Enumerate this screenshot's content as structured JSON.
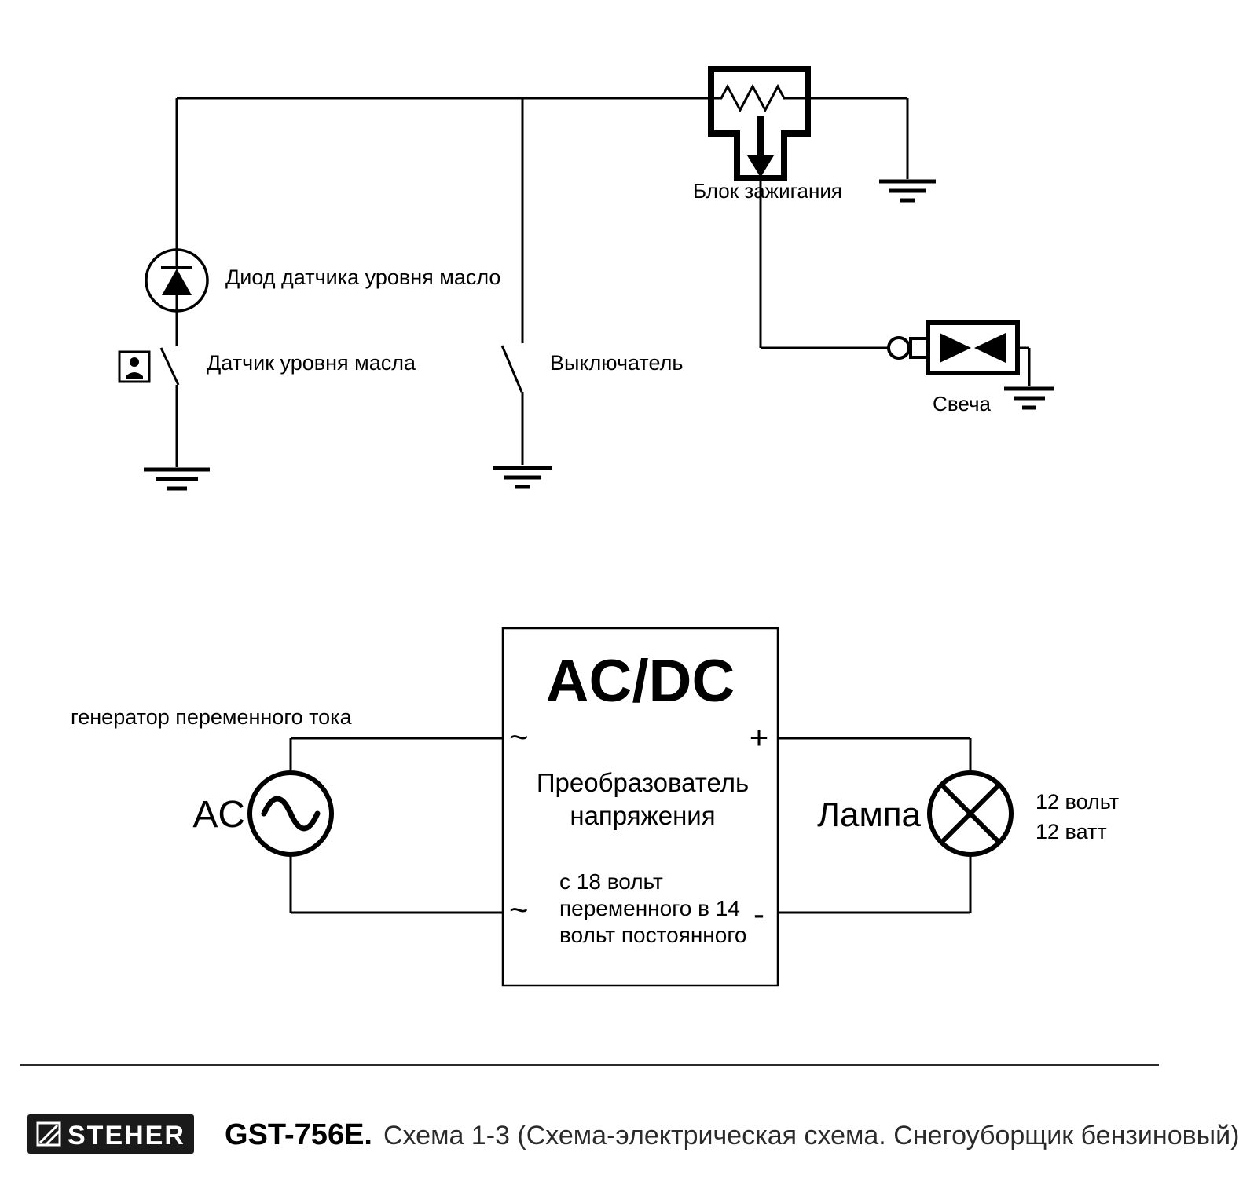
{
  "colors": {
    "line": "#000000",
    "background": "#ffffff",
    "logo_bg": "#1a1a1a",
    "logo_text": "#ffffff"
  },
  "schematic": {
    "ignition_label": "Блок зажигания",
    "diode_label": "Диод датчика уровня масло",
    "oil_sensor_label": "Датчик уровня масла",
    "switch_label": "Выключатель",
    "spark_label": "Свеча"
  },
  "converter": {
    "title": "AC/DC",
    "name1": "Преобразователь",
    "name2": "напряжения",
    "spec1": "с 18 вольт",
    "spec2": "переменного в 14",
    "spec3": "вольт постоянного",
    "tilde": "~",
    "plus": "+",
    "minus": "-"
  },
  "generator": {
    "label": "генератор переменного тока",
    "ac": "AC"
  },
  "lamp": {
    "label": "Лампа",
    "volt": "12 вольт",
    "watt": "12 ватт"
  },
  "footer": {
    "brand": "STEHER",
    "model": "GST-756E.",
    "caption": "Схема 1-3 (Схема-электрическая схема. Снегоуборщик бензиновый)"
  }
}
